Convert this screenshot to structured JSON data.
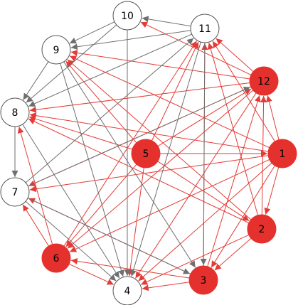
{
  "colors": {
    "red_fill": "#e5312e",
    "red_edge": "#e53a35",
    "gray_edge": "#6f6f6f",
    "white_fill": "#ffffff",
    "node_stroke": "#555555",
    "red_label": "#000000",
    "white_label": "#000000"
  },
  "nodes": [
    {
      "id": "1",
      "label": "1",
      "filled": true
    },
    {
      "id": "2",
      "label": "2",
      "filled": true
    },
    {
      "id": "3",
      "label": "3",
      "filled": true
    },
    {
      "id": "4",
      "label": "4",
      "filled": false
    },
    {
      "id": "5",
      "label": "5",
      "filled": true
    },
    {
      "id": "6",
      "label": "6",
      "filled": true
    },
    {
      "id": "7",
      "label": "7",
      "filled": false
    },
    {
      "id": "8",
      "label": "8",
      "filled": false
    },
    {
      "id": "9",
      "label": "9",
      "filled": false
    },
    {
      "id": "10",
      "label": "10",
      "filled": false
    },
    {
      "id": "11",
      "label": "11",
      "filled": false
    },
    {
      "id": "12",
      "label": "12",
      "filled": true
    }
  ],
  "edges": [
    {
      "from": "1",
      "to": "2",
      "color": "red"
    },
    {
      "from": "1",
      "to": "3",
      "color": "red"
    },
    {
      "from": "1",
      "to": "4",
      "color": "red"
    },
    {
      "from": "1",
      "to": "6",
      "color": "red"
    },
    {
      "from": "1",
      "to": "7",
      "color": "red"
    },
    {
      "from": "1",
      "to": "8",
      "color": "red"
    },
    {
      "from": "1",
      "to": "9",
      "color": "red"
    },
    {
      "from": "1",
      "to": "11",
      "color": "red"
    },
    {
      "from": "1",
      "to": "12",
      "color": "red"
    },
    {
      "from": "2",
      "to": "3",
      "color": "red"
    },
    {
      "from": "2",
      "to": "4",
      "color": "red"
    },
    {
      "from": "2",
      "to": "8",
      "color": "red"
    },
    {
      "from": "2",
      "to": "9",
      "color": "red"
    },
    {
      "from": "2",
      "to": "11",
      "color": "red"
    },
    {
      "from": "2",
      "to": "12",
      "color": "red"
    },
    {
      "from": "3",
      "to": "4",
      "color": "red"
    },
    {
      "from": "3",
      "to": "6",
      "color": "red"
    },
    {
      "from": "3",
      "to": "7",
      "color": "red"
    },
    {
      "from": "3",
      "to": "11",
      "color": "red"
    },
    {
      "from": "3",
      "to": "12",
      "color": "red"
    },
    {
      "from": "5",
      "to": "1",
      "color": "red"
    },
    {
      "from": "5",
      "to": "2",
      "color": "red"
    },
    {
      "from": "5",
      "to": "4",
      "color": "red"
    },
    {
      "from": "5",
      "to": "6",
      "color": "red"
    },
    {
      "from": "5",
      "to": "8",
      "color": "red"
    },
    {
      "from": "5",
      "to": "9",
      "color": "red"
    },
    {
      "from": "5",
      "to": "11",
      "color": "red"
    },
    {
      "from": "5",
      "to": "12",
      "color": "red"
    },
    {
      "from": "6",
      "to": "4",
      "color": "red"
    },
    {
      "from": "6",
      "to": "7",
      "color": "red"
    },
    {
      "from": "6",
      "to": "8",
      "color": "red"
    },
    {
      "from": "6",
      "to": "11",
      "color": "red"
    },
    {
      "from": "12",
      "to": "4",
      "color": "red"
    },
    {
      "from": "12",
      "to": "6",
      "color": "red"
    },
    {
      "from": "12",
      "to": "7",
      "color": "red"
    },
    {
      "from": "12",
      "to": "8",
      "color": "red"
    },
    {
      "from": "12",
      "to": "9",
      "color": "red"
    },
    {
      "from": "12",
      "to": "10",
      "color": "red"
    },
    {
      "from": "12",
      "to": "11",
      "color": "red"
    },
    {
      "from": "7",
      "to": "3",
      "color": "gray"
    },
    {
      "from": "7",
      "to": "4",
      "color": "gray"
    },
    {
      "from": "7",
      "to": "11",
      "color": "gray"
    },
    {
      "from": "7",
      "to": "12",
      "color": "gray"
    },
    {
      "from": "8",
      "to": "7",
      "color": "gray"
    },
    {
      "from": "8",
      "to": "4",
      "color": "gray"
    },
    {
      "from": "9",
      "to": "8",
      "color": "gray"
    },
    {
      "from": "9",
      "to": "3",
      "color": "gray"
    },
    {
      "from": "9",
      "to": "4",
      "color": "gray"
    },
    {
      "from": "10",
      "to": "9",
      "color": "gray"
    },
    {
      "from": "10",
      "to": "8",
      "color": "gray"
    },
    {
      "from": "10",
      "to": "4",
      "color": "gray"
    },
    {
      "from": "11",
      "to": "10",
      "color": "gray"
    },
    {
      "from": "11",
      "to": "9",
      "color": "gray"
    },
    {
      "from": "11",
      "to": "8",
      "color": "gray"
    },
    {
      "from": "11",
      "to": "4",
      "color": "gray"
    },
    {
      "from": "11",
      "to": "3",
      "color": "gray"
    }
  ]
}
